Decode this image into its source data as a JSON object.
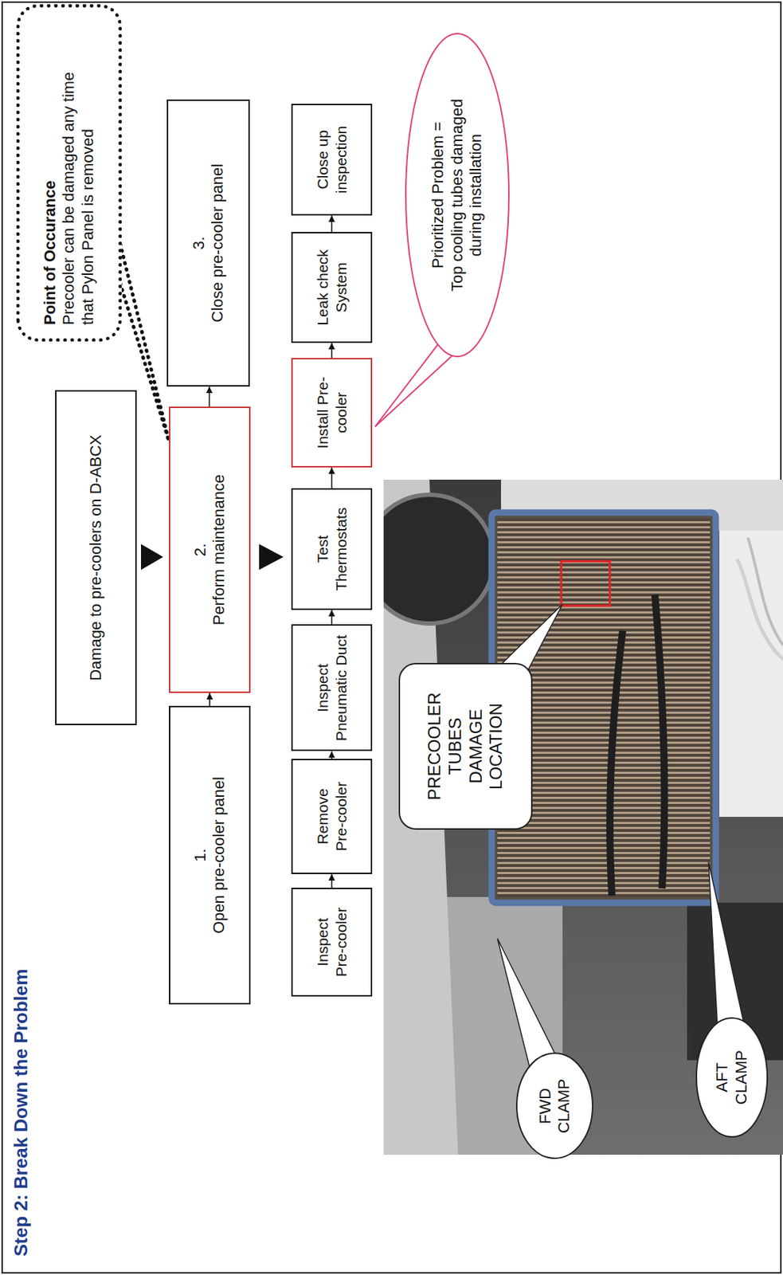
{
  "diagram": {
    "title": "Step 2: Break Down the Problem",
    "nodes": [
      {
        "text": [
          "Point of Occurance",
          "Precooler can be damaged any time that Pylon Panel is removed"
        ]
      },
      {
        "text": [
          "Damage to pre-coolers on D-ABCX"
        ]
      },
      {
        "text": [
          "1.",
          "Open pre-cooler panel"
        ]
      },
      {
        "text": [
          "2.",
          "Perform maintenance"
        ]
      },
      {
        "text": [
          "3.",
          "Close pre-cooler panel"
        ]
      },
      {
        "text": [
          "Inspect Pre-cooler"
        ]
      },
      {
        "text": [
          "Remove Pre-cooler"
        ]
      },
      {
        "text": [
          "Inspect Pneumatic Duct"
        ]
      },
      {
        "text": [
          "Test Thermostats"
        ]
      },
      {
        "text": [
          "Install Pre-cooler"
        ]
      },
      {
        "text": [
          "Leak check System"
        ]
      },
      {
        "text": [
          "Close up inspection"
        ]
      },
      {
        "text": [
          "Prioritized Problem =",
          "Top cooling tubes damaged during installation"
        ]
      },
      {
        "text": [
          "PRECOOLER TUBES DAMAGE LOCATION"
        ]
      },
      {
        "text": [
          "FWD CLAMP"
        ]
      },
      {
        "text": [
          "AFT CLAMP"
        ]
      }
    ],
    "edges": [
      {
        "from": 2,
        "to": 3,
        "arrow": "to"
      },
      {
        "from": 3,
        "to": 4,
        "arrow": "to"
      },
      {
        "from": 5,
        "to": 6,
        "arrow": "to"
      },
      {
        "from": 6,
        "to": 7,
        "arrow": "to"
      },
      {
        "from": 7,
        "to": 8,
        "arrow": "to"
      },
      {
        "from": 8,
        "to": 9,
        "arrow": "to"
      },
      {
        "from": 9,
        "to": 10,
        "arrow": "to"
      },
      {
        "from": 10,
        "to": 11,
        "arrow": "to"
      }
    ]
  }
}
